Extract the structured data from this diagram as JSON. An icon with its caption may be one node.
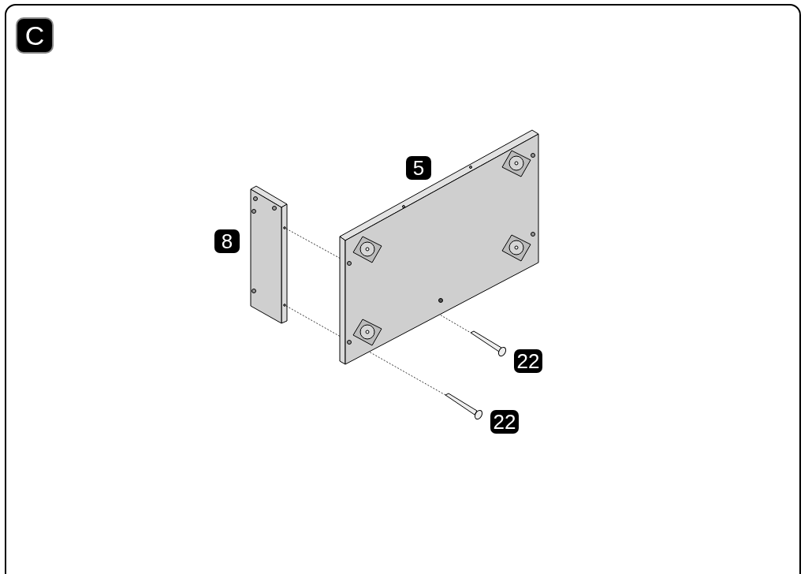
{
  "diagram": {
    "labels": [
      "C",
      "5",
      "8",
      "22",
      "22"
    ]
  }
}
